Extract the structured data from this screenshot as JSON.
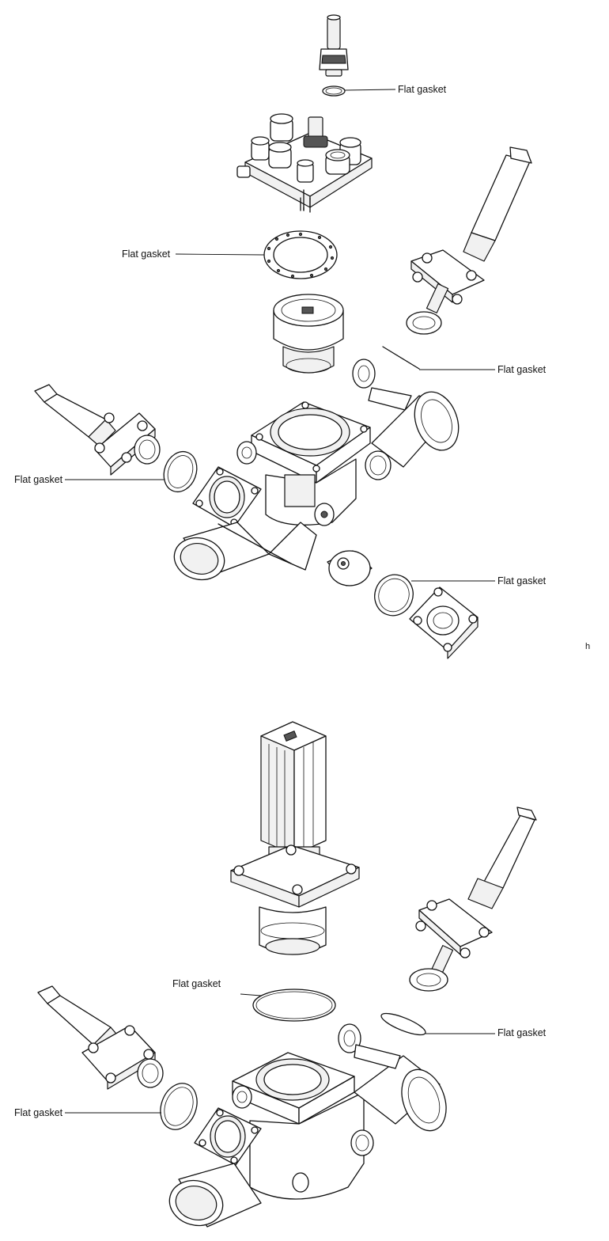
{
  "top_diagram": {
    "labels": {
      "pilot_gasket": "Flat gasket",
      "cover_gasket": "Flat gasket",
      "right_valve_gasket": "Flat gasket",
      "left_valve_gasket": "Flat gasket",
      "end_cover_gasket": "Flat gasket"
    },
    "edge_mark": "h"
  },
  "bottom_diagram": {
    "labels": {
      "top_gasket": "Flat gasket",
      "right_valve_gasket": "Flat gasket",
      "left_valve_gasket": "Flat gasket"
    }
  }
}
